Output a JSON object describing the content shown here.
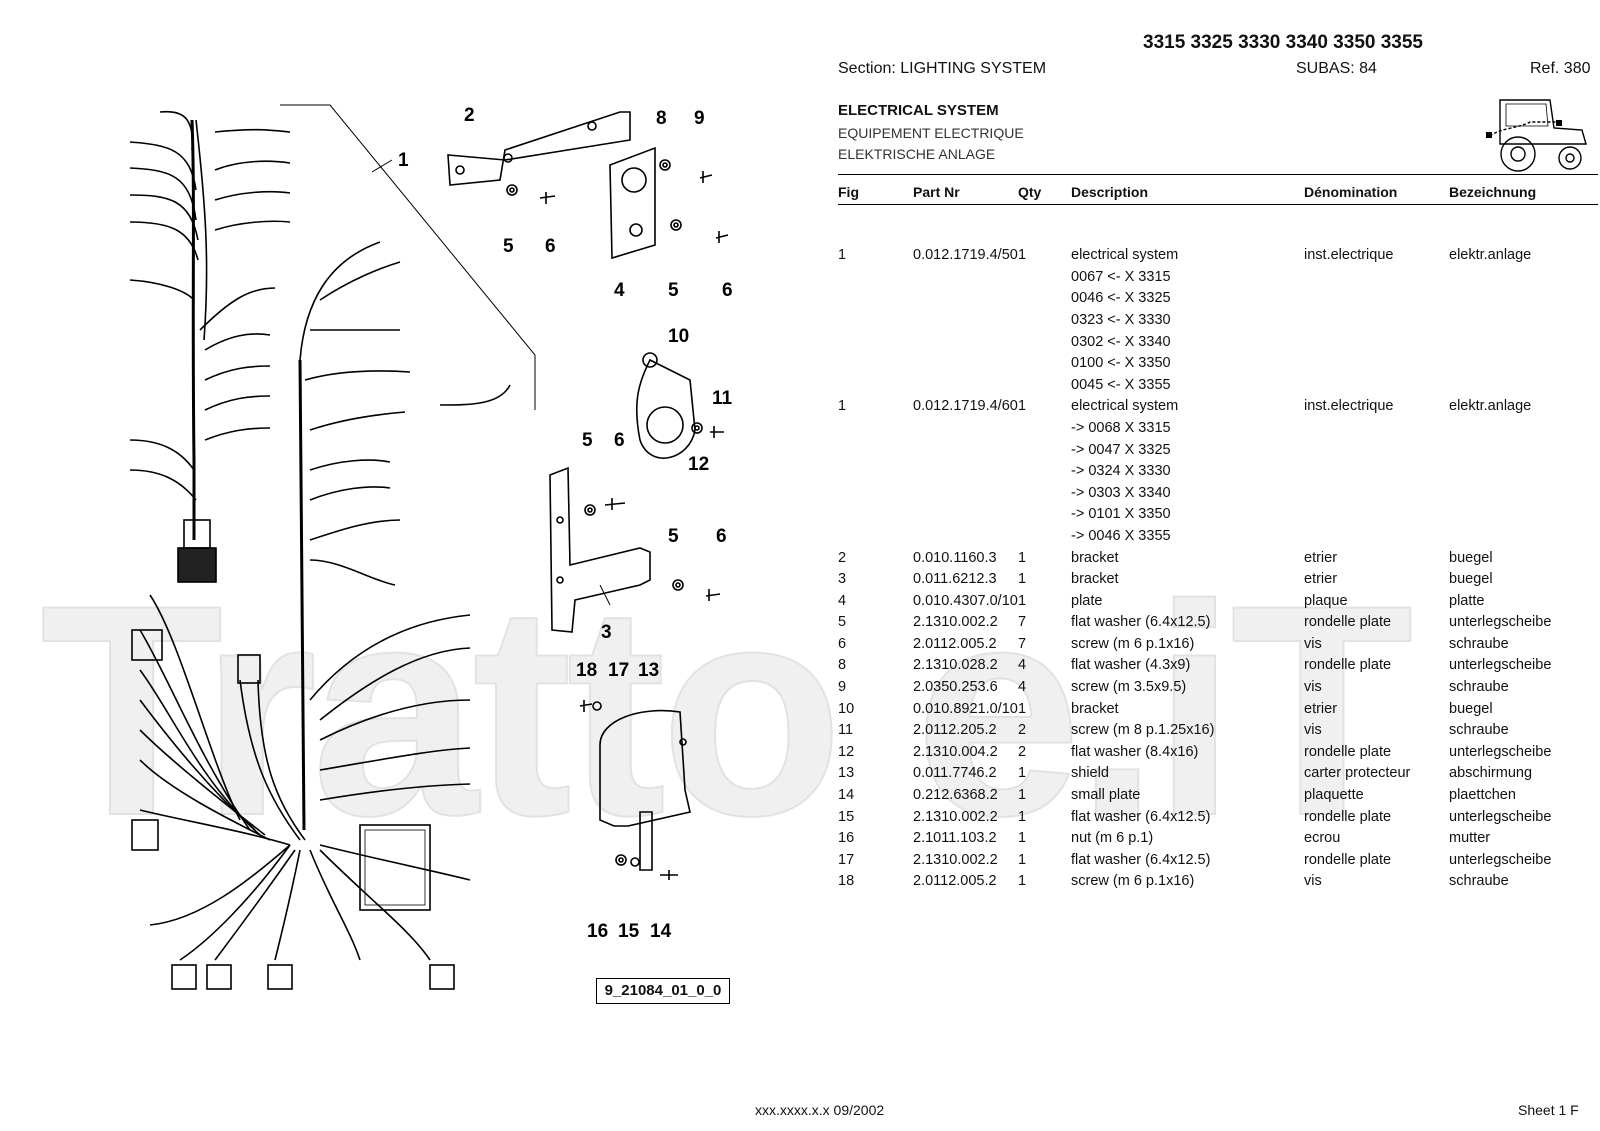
{
  "header": {
    "models": "3315 3325 3330 3340 3350 3355",
    "section": "Section: LIGHTING  SYSTEM",
    "subas": "SUBAS: 84",
    "ref": "Ref. 380",
    "title_en": "ELECTRICAL SYSTEM",
    "title_fr": "EQUIPEMENT ELECTRIQUE",
    "title_de": "ELEKTRISCHE ANLAGE"
  },
  "table": {
    "columns": [
      "Fig",
      "Part Nr",
      "Qty",
      "Description",
      "Dénomination",
      "Bezeichnung"
    ],
    "rows": [
      {
        "fig": "",
        "part": "",
        "qty": "",
        "desc": "",
        "fr": "",
        "de": ""
      },
      {
        "fig": "",
        "part": "",
        "qty": "",
        "desc": "",
        "fr": "",
        "de": ""
      },
      {
        "fig": "1",
        "part": "0.012.1719.4/50",
        "qty": "1",
        "desc": "electrical system",
        "fr": "inst.electrique",
        "de": "elektr.anlage"
      },
      {
        "fig": "",
        "part": "",
        "qty": "",
        "desc": "0067 <- X 3315",
        "fr": "",
        "de": ""
      },
      {
        "fig": "",
        "part": "",
        "qty": "",
        "desc": "0046 <- X 3325",
        "fr": "",
        "de": ""
      },
      {
        "fig": "",
        "part": "",
        "qty": "",
        "desc": "0323 <- X 3330",
        "fr": "",
        "de": ""
      },
      {
        "fig": "",
        "part": "",
        "qty": "",
        "desc": "0302 <- X 3340",
        "fr": "",
        "de": ""
      },
      {
        "fig": "",
        "part": "",
        "qty": "",
        "desc": "0100 <- X 3350",
        "fr": "",
        "de": ""
      },
      {
        "fig": "",
        "part": "",
        "qty": "",
        "desc": "0045 <- X 3355",
        "fr": "",
        "de": ""
      },
      {
        "fig": "1",
        "part": "0.012.1719.4/60",
        "qty": "1",
        "desc": "electrical system",
        "fr": "inst.electrique",
        "de": "elektr.anlage"
      },
      {
        "fig": "",
        "part": "",
        "qty": "",
        "desc": "-> 0068 X  3315",
        "fr": "",
        "de": ""
      },
      {
        "fig": "",
        "part": "",
        "qty": "",
        "desc": "-> 0047 X  3325",
        "fr": "",
        "de": ""
      },
      {
        "fig": "",
        "part": "",
        "qty": "",
        "desc": "-> 0324 X  3330",
        "fr": "",
        "de": ""
      },
      {
        "fig": "",
        "part": "",
        "qty": "",
        "desc": "-> 0303 X  3340",
        "fr": "",
        "de": ""
      },
      {
        "fig": "",
        "part": "",
        "qty": "",
        "desc": "-> 0101 X  3350",
        "fr": "",
        "de": ""
      },
      {
        "fig": "",
        "part": "",
        "qty": "",
        "desc": "-> 0046 X  3355",
        "fr": "",
        "de": ""
      },
      {
        "fig": "2",
        "part": "0.010.1160.3",
        "qty": "1",
        "desc": "bracket",
        "fr": "etrier",
        "de": "buegel"
      },
      {
        "fig": "3",
        "part": "0.011.6212.3",
        "qty": "1",
        "desc": "bracket",
        "fr": "etrier",
        "de": "buegel"
      },
      {
        "fig": "4",
        "part": "0.010.4307.0/10",
        "qty": "1",
        "desc": "plate",
        "fr": "plaque",
        "de": "platte"
      },
      {
        "fig": "5",
        "part": "2.1310.002.2",
        "qty": "7",
        "desc": "flat washer (6.4x12.5)",
        "fr": "rondelle plate",
        "de": "unterlegscheibe"
      },
      {
        "fig": "6",
        "part": "2.0112.005.2",
        "qty": "7",
        "desc": "screw (m 6 p.1x16)",
        "fr": "vis",
        "de": "schraube"
      },
      {
        "fig": "8",
        "part": "2.1310.028.2",
        "qty": "4",
        "desc": "flat washer (4.3x9)",
        "fr": "rondelle plate",
        "de": "unterlegscheibe"
      },
      {
        "fig": "9",
        "part": "2.0350.253.6",
        "qty": "4",
        "desc": "screw (m 3.5x9.5)",
        "fr": "vis",
        "de": "schraube"
      },
      {
        "fig": "10",
        "part": "0.010.8921.0/10",
        "qty": "1",
        "desc": "bracket",
        "fr": "etrier",
        "de": "buegel"
      },
      {
        "fig": "11",
        "part": "2.0112.205.2",
        "qty": "2",
        "desc": "screw (m 8 p.1.25x16)",
        "fr": "vis",
        "de": "schraube"
      },
      {
        "fig": "12",
        "part": "2.1310.004.2",
        "qty": "2",
        "desc": "flat washer (8.4x16)",
        "fr": "rondelle plate",
        "de": "unterlegscheibe"
      },
      {
        "fig": "13",
        "part": "0.011.7746.2",
        "qty": "1",
        "desc": "shield",
        "fr": "carter protecteur",
        "de": "abschirmung"
      },
      {
        "fig": "14",
        "part": "0.212.6368.2",
        "qty": "1",
        "desc": "small plate",
        "fr": "plaquette",
        "de": "plaettchen"
      },
      {
        "fig": "15",
        "part": "2.1310.002.2",
        "qty": "1",
        "desc": "flat washer (6.4x12.5)",
        "fr": "rondelle plate",
        "de": "unterlegscheibe"
      },
      {
        "fig": "16",
        "part": "2.1011.103.2",
        "qty": "1",
        "desc": "nut (m 6 p.1)",
        "fr": "ecrou",
        "de": "mutter"
      },
      {
        "fig": "17",
        "part": "2.1310.002.2",
        "qty": "1",
        "desc": "flat washer (6.4x12.5)",
        "fr": "rondelle plate",
        "de": "unterlegscheibe"
      },
      {
        "fig": "18",
        "part": "2.0112.005.2",
        "qty": "1",
        "desc": "screw (m 6 p.1x16)",
        "fr": "vis",
        "de": "schraube"
      }
    ]
  },
  "diagram": {
    "drawing_code": "9_21084_01_0_0",
    "callouts": [
      "1",
      "2",
      "8",
      "9",
      "5",
      "6",
      "4",
      "5",
      "6",
      "10",
      "11",
      "5",
      "6",
      "12",
      "5",
      "6",
      "3",
      "18",
      "17",
      "13",
      "16",
      "15",
      "14"
    ],
    "watermark": "Tratto e.iT"
  },
  "footer": {
    "code_date": "xxx.xxxx.x.x  09/2002",
    "sheet": "Sheet 1 F"
  }
}
